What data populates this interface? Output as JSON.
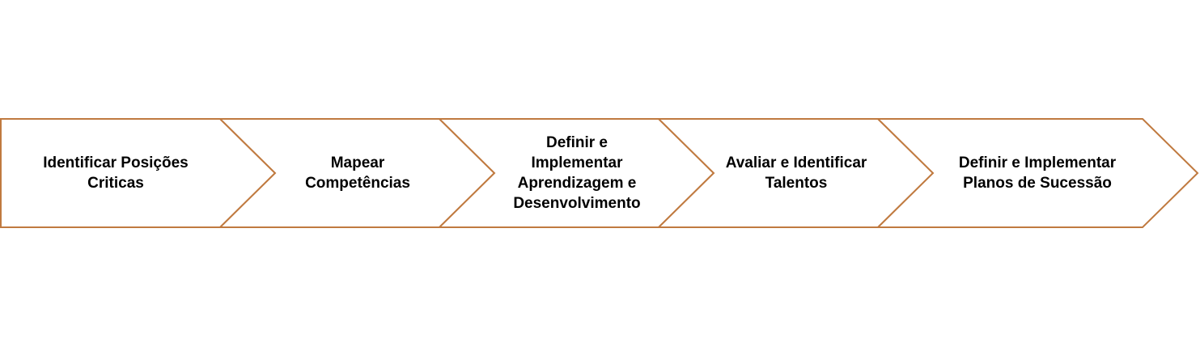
{
  "diagram": {
    "stroke_color": "#C07A40",
    "fill_color": "#FFFFFF",
    "text_color": "#000000",
    "steps": [
      {
        "label": "Identificar Posições Criticas"
      },
      {
        "label": "Mapear Competências"
      },
      {
        "label": "Definir e Implementar Aprendizagem e Desenvolvimento"
      },
      {
        "label": "Avaliar e Identificar Talentos"
      },
      {
        "label": "Definir e Implementar Planos de Sucessão"
      }
    ]
  }
}
